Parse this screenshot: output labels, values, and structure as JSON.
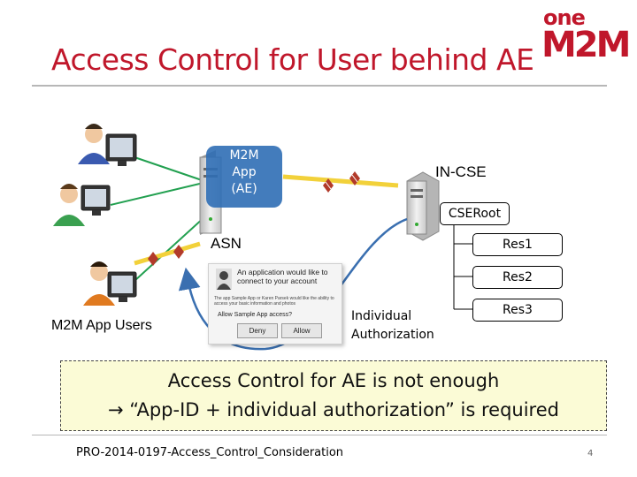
{
  "slide": {
    "title": "Access Control for User behind AE",
    "logo": {
      "line1": "one",
      "line2": "M2M"
    },
    "labels": {
      "ae": [
        "M2M",
        "App",
        "(AE)"
      ],
      "in_cse": "IN-CSE",
      "cse_root": "CSERoot",
      "resources": [
        "Res1",
        "Res2",
        "Res3"
      ],
      "asn": "ASN",
      "users": "M2M App Users",
      "individual_auth": [
        "Individual",
        "Authorization"
      ]
    },
    "dialog": {
      "heading": "An application would like to connect to your account",
      "body": "The app Sample App or Karen Parsek would like the ability to access your basic information and photos",
      "question": "Allow Sample App access?",
      "deny": "Deny",
      "allow": "Allow"
    },
    "callout": {
      "line1": "Access Control for AE is not enough",
      "line2": "→ “App-ID + individual authorization” is required"
    },
    "footer": "PRO-2014-0197-Access_Control_Consideration",
    "page_number": "4"
  },
  "colors": {
    "title": "#c0172b",
    "ae_box": "#2f6eb5",
    "green_line": "#22a050",
    "yellow_link": "#f2d13a",
    "curve_arrow": "#3a6fb0",
    "callout_bg": "#fbfbd6"
  },
  "icons": [
    "user-with-computer-icon",
    "server-icon",
    "key-link-icon",
    "avatar-icon"
  ]
}
